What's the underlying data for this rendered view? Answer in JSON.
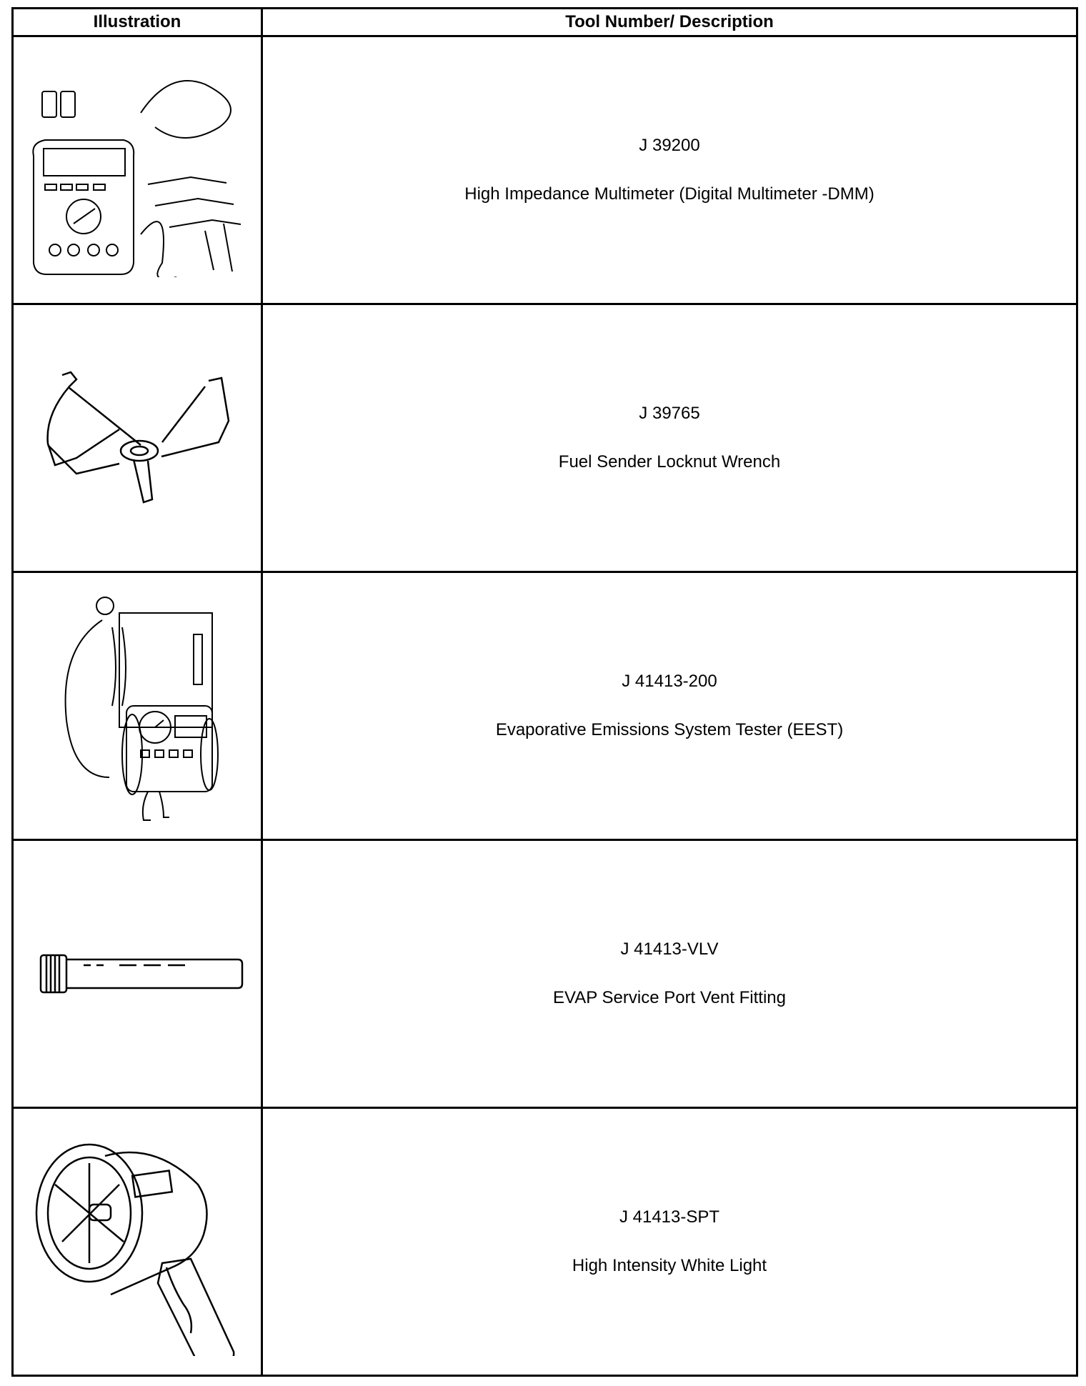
{
  "table": {
    "headers": {
      "illustration": "Illustration",
      "tool_description": "Tool Number/ Description"
    },
    "rows": [
      {
        "number": "J 39200",
        "description": "High Impedance Multimeter (Digital Multimeter -DMM)",
        "icon": "multimeter-icon"
      },
      {
        "number": "J 39765",
        "description": "Fuel Sender Locknut Wrench",
        "icon": "locknut-wrench-icon"
      },
      {
        "number": "J 41413-200",
        "description": "Evaporative Emissions System Tester (EEST)",
        "icon": "emissions-tester-icon"
      },
      {
        "number": "J 41413-VLV",
        "description": "EVAP Service Port Vent Fitting",
        "icon": "vent-fitting-icon"
      },
      {
        "number": "J 41413-SPT",
        "description": "High Intensity White Light",
        "icon": "white-light-icon"
      }
    ]
  }
}
